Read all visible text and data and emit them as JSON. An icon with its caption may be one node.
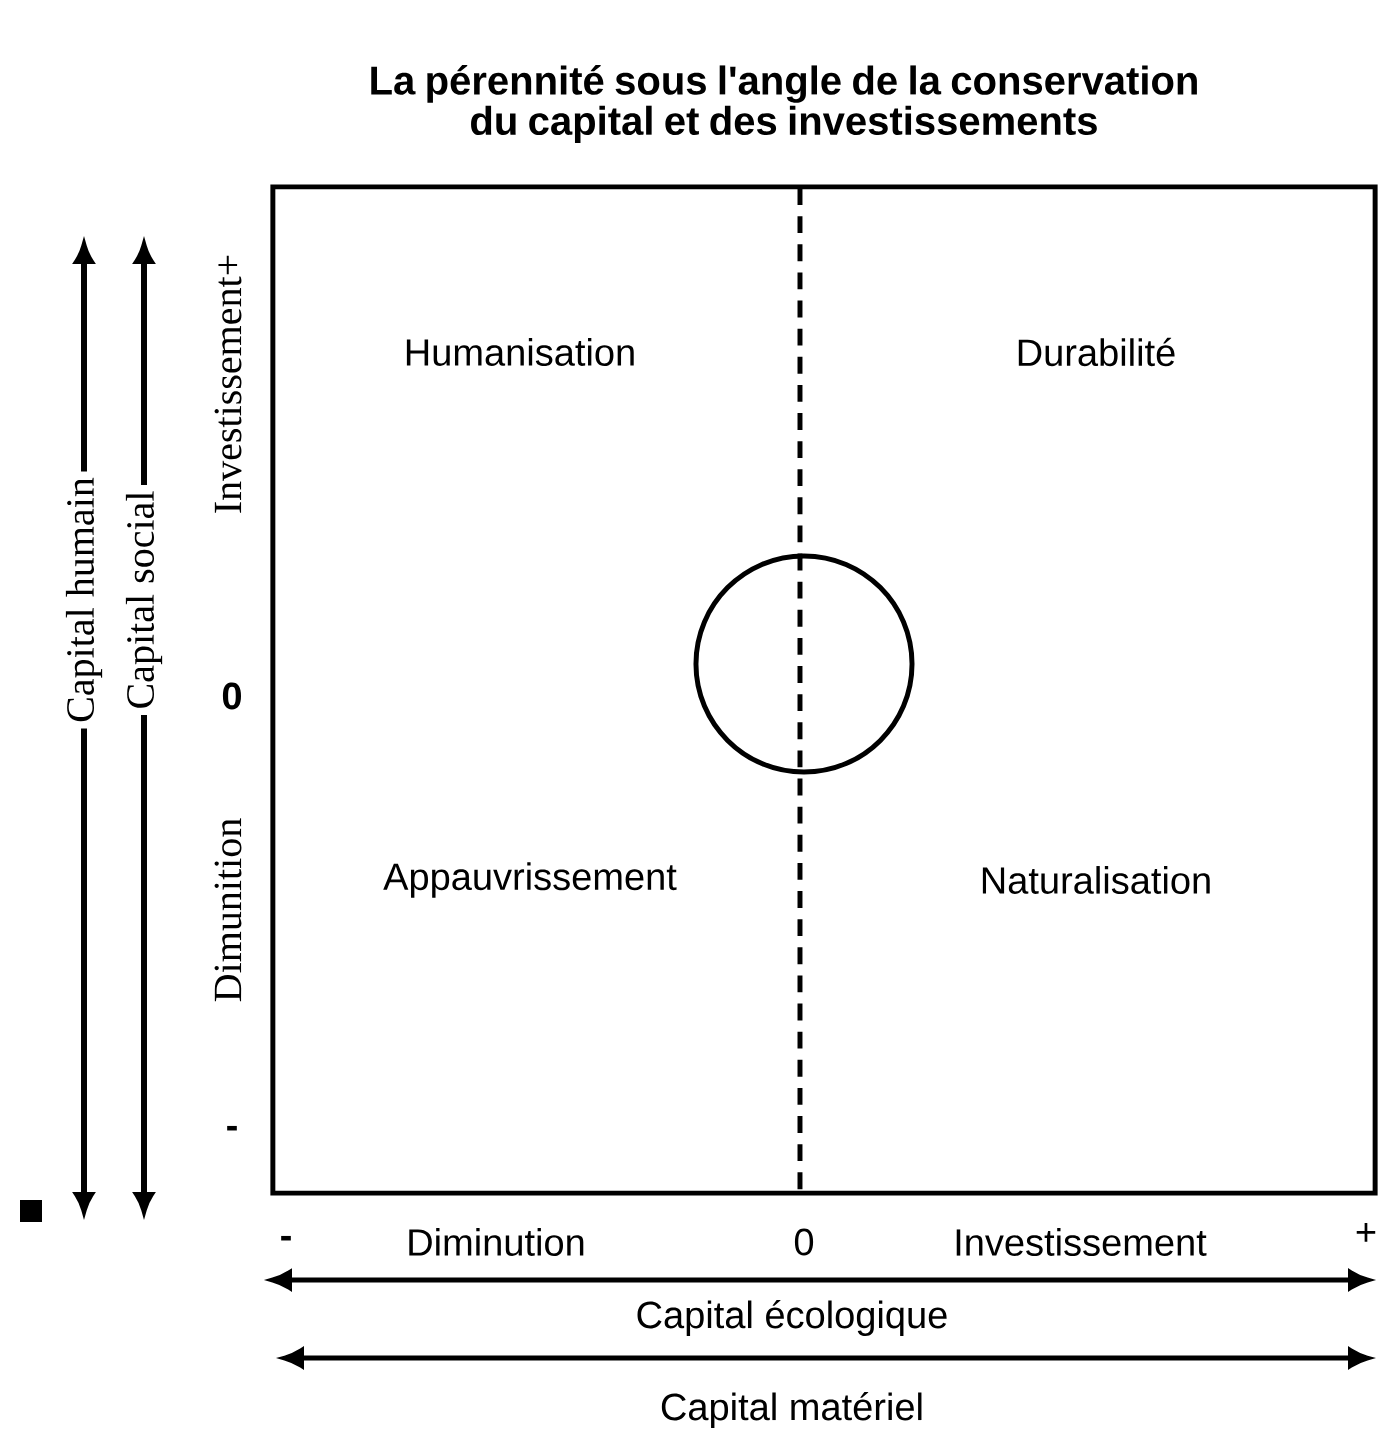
{
  "diagram": {
    "title": "La pérennité sous l'angle de la conservation du capital et des investissements",
    "nodes": [
      {
        "text": [
          "Humanisation",
          "Durabilité",
          "Appauvrissement",
          "Naturalisation"
        ]
      },
      {
        "text": [],
        "shape": "circle",
        "in": 0
      }
    ],
    "edges": [],
    "labels": [
      "Investissement+",
      "0",
      "Dimunition",
      "-",
      "Capital humain",
      "Capital social",
      "-",
      "Diminution",
      "0",
      "Investissement",
      "+",
      "Capital écologique",
      "Capital matériel"
    ]
  }
}
